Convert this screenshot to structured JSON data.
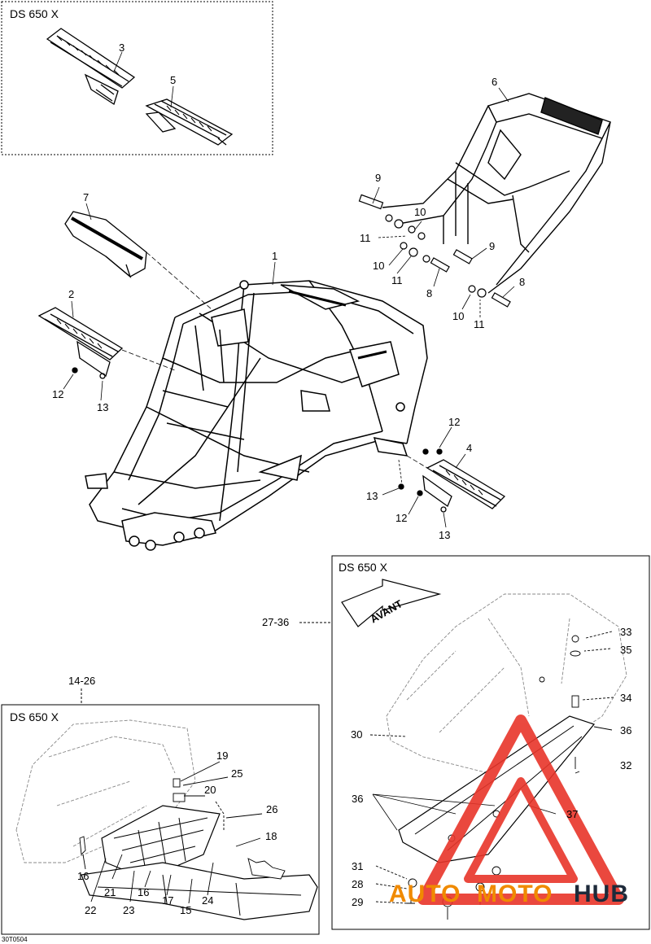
{
  "boxes": {
    "top_left": {
      "title": "DS 650 X"
    },
    "bottom_left": {
      "title": "DS 650 X",
      "ref": "14-26"
    },
    "bottom_right": {
      "title": "DS 650 X",
      "ref": "27-36"
    }
  },
  "arrow_label": "AVANT",
  "callouts": {
    "c1": "1",
    "c2": "2",
    "c3": "3",
    "c4": "4",
    "c5": "5",
    "c6": "6",
    "c7": "7",
    "c8a": "8",
    "c8b": "8",
    "c9a": "9",
    "c9b": "9",
    "c10a": "10",
    "c10b": "10",
    "c10c": "10",
    "c11a": "11",
    "c11b": "11",
    "c11c": "11",
    "c12a": "12",
    "c12b": "12",
    "c12c": "12",
    "c13a": "13",
    "c13b": "13",
    "c13c": "13",
    "c15": "15",
    "c16a": "16",
    "c16b": "16",
    "c17": "17",
    "c18": "18",
    "c19": "19",
    "c20": "20",
    "c21": "21",
    "c22": "22",
    "c23": "23",
    "c24": "24",
    "c25": "25",
    "c26": "26",
    "c28": "28",
    "c29": "29",
    "c30": "30",
    "c31": "31",
    "c32": "32",
    "c33": "33",
    "c34": "34",
    "c35": "35",
    "c36a": "36",
    "c36b": "36",
    "c37": "37"
  },
  "drawing_code": "30T0504",
  "watermark": {
    "auto": "AUTO",
    "moto": "MOTO",
    "hub": "HUB"
  },
  "colors": {
    "line": "#000000",
    "watermark_red": "#e8352a",
    "watermark_orange": "#f08a00",
    "watermark_dark": "#1e2a3a"
  }
}
